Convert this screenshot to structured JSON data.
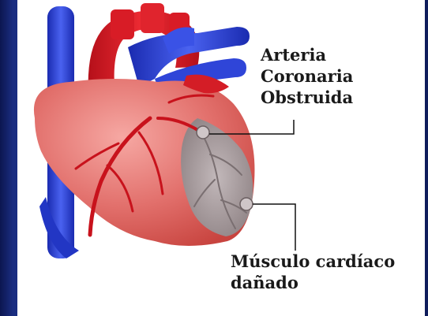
{
  "labels": {
    "artery": {
      "line1": "Arteria",
      "line2": "Coronaria",
      "line3": "Obstruida"
    },
    "muscle": {
      "line1": "Músculo cardíaco",
      "line2": "dañado"
    }
  },
  "colors": {
    "background": "#0f1d5c",
    "panel": "#ffffff",
    "heart": "#e4716e",
    "vessel_blue": "#2b3fd0",
    "vessel_red": "#d11a24",
    "damaged_tissue": "#a79b9d"
  }
}
